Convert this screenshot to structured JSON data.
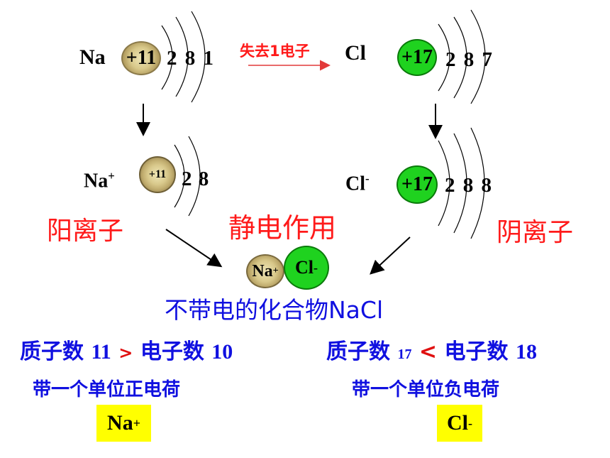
{
  "na_atom": {
    "symbol": "Na",
    "nucleus": "+11",
    "shells": "2 8 1"
  },
  "transfer": {
    "label": "失去1电子"
  },
  "cl_atom": {
    "symbol": "Cl",
    "nucleus": "+17",
    "shells": "2 8 7"
  },
  "na_ion": {
    "symbol": "Na",
    "charge": "+",
    "nucleus": "+11",
    "shells": "2 8"
  },
  "cl_ion": {
    "symbol": "Cl",
    "charge": "-",
    "nucleus": "+17",
    "shells": "2 8 8"
  },
  "labels": {
    "cation": "阳离子",
    "anion": "阴离子",
    "force": "静电作用"
  },
  "compound": {
    "na": "Na",
    "na_charge": "+",
    "cl": "Cl",
    "cl_charge": "-",
    "caption": "不带电的化合物NaCl"
  },
  "na_compare": {
    "protons_label": "质子数",
    "protons": "11",
    "sign": ">",
    "electrons_label": "电子数",
    "electrons": "10",
    "charge_text": "带一个单位正电荷"
  },
  "cl_compare": {
    "protons_label": "质子数",
    "protons": "17",
    "sign": "<",
    "electrons_label": "电子数",
    "electrons": "18",
    "charge_text": "带一个单位负电荷"
  },
  "badges": {
    "na": "Na",
    "na_charge": "+",
    "cl": "Cl",
    "cl_charge": "-"
  },
  "colors": {
    "red": "#ff1a1a",
    "blue": "#1010e0",
    "green": "#1fd21f",
    "gold": "#d8c88a",
    "yellow": "#ffff00"
  }
}
